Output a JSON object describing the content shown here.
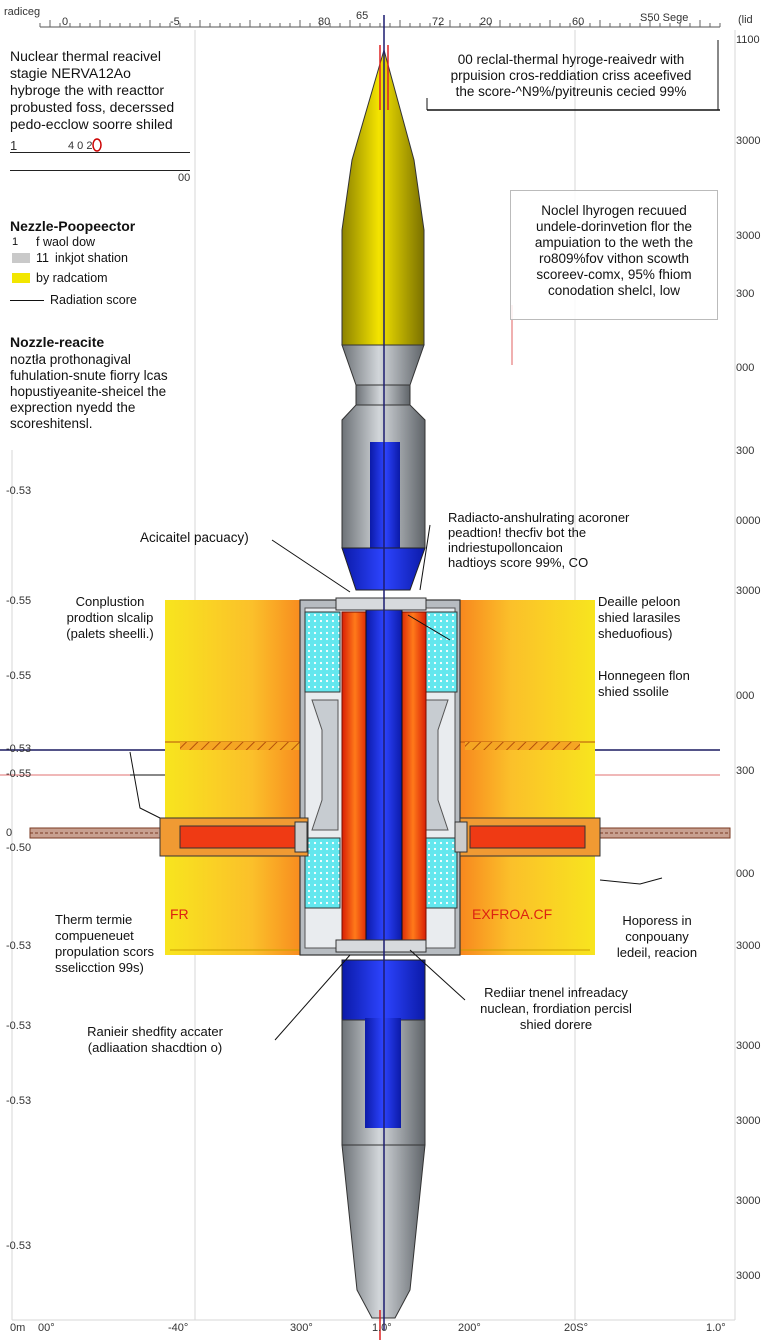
{
  "top_axis": {
    "left_label": "radiceg",
    "ticks": [
      "0",
      "-5",
      "80",
      "65",
      "72",
      "20",
      "60",
      "S50 Sege",
      "(lid"
    ],
    "right_top": "1100"
  },
  "right_axis": {
    "ticks": [
      "3000",
      "3000",
      "300",
      "000",
      "300",
      "0000",
      "3000",
      "000",
      "300",
      "000",
      "3000",
      "3000",
      "3000",
      "3000",
      "3000"
    ]
  },
  "left_axis": {
    "ticks": [
      "-0.53",
      "-0.55",
      "-0.55",
      "-0.53",
      "-0.55",
      "0",
      "-0.50",
      "-0.53",
      "-0.53",
      "-0.53",
      "-0.53"
    ]
  },
  "bottom_axis": {
    "ticks": [
      "0m",
      "00°",
      "-40°",
      "300°",
      "1.0°",
      "200°",
      "20S°",
      "1.0°"
    ]
  },
  "title_block": {
    "lines": "Nuclear thermal reacivel\nstagie  NERVA12Ao\nhybroge the with  reacttor\nprobusted foss, decerssed\npedo-ecclow  soorre shiled",
    "scale_left": "1",
    "scale_marks": "4    0    2",
    "scale_right": "00"
  },
  "legend": {
    "heading": "Nezzle-Poopeector",
    "items": [
      {
        "symbol": "1",
        "text": "f waol dow",
        "color": ""
      },
      {
        "symbol": "11",
        "text": "inkjot shation",
        "color": "#c9c9c9"
      },
      {
        "symbol": "",
        "text": "by radcatiom",
        "color": "#f2e600"
      },
      {
        "symbol": "—",
        "text": "Radiation score",
        "color": ""
      }
    ]
  },
  "nozzle_note": {
    "heading": "Nozzle-reacite",
    "lines": "noztła prothonagival\nfuhulation-snute fiorry lcas\nhopustiyeanite-sheicel the\nexprection nyedd the\nscoreshitensl."
  },
  "top_note": "00 reclal-thermal hyroge-reaivedr with\nprpuision  cros-reddiation  criss aceefived\nthe score-^N9%/pyitreunis cecied 99%",
  "right_box": "Noclel lhyrogen  recuued\nundele-dorinvetion flor the\nampuiation  to the weth the\nro809%fov vithon scowth\nscoreev-comx, 95% fhiom\nconodation shelcl,  low",
  "callouts": {
    "acicaitel": "Acicaitel pacuacy)",
    "radiacto": "Radiacto-anshulrating acoroner\npeadtion!             thecfiv bot the\nindriestupolloncaion\nhadtioys score 99%, CO",
    "conplustion": "Conplustion\nprodtion slcalip\n(palets sheelli.)",
    "deaille": "Deaille peloon\nshied larasiles\nsheduofious)",
    "honnegeen": "Honnegeen flon\nshied ssolile",
    "therm": "Therm termie\ncompueneuet\npropulation scors\nsselicction 99s)",
    "hoporess": "Hoporess in\nconpouany\nledeil, reacion",
    "rediiar": "Rediiar tnenel infreadacy\nnuclean, frordiation percisl\nshied dorere",
    "ranieir": "Ranieir shedfity accater\n(adliaation shacdtion o)",
    "core_left_mark": "FR",
    "core_right_mark": "EXFROA.CF"
  },
  "colors": {
    "nose_yellow": "#e6d300",
    "steel_gray": "#9ea3a8",
    "core_blue": "#1c2fe0",
    "heat_red": "#f03a10",
    "heat_orange": "#f7941d",
    "shield_yellow": "#fbe91f",
    "cyan_pack": "#5fe8f0"
  }
}
